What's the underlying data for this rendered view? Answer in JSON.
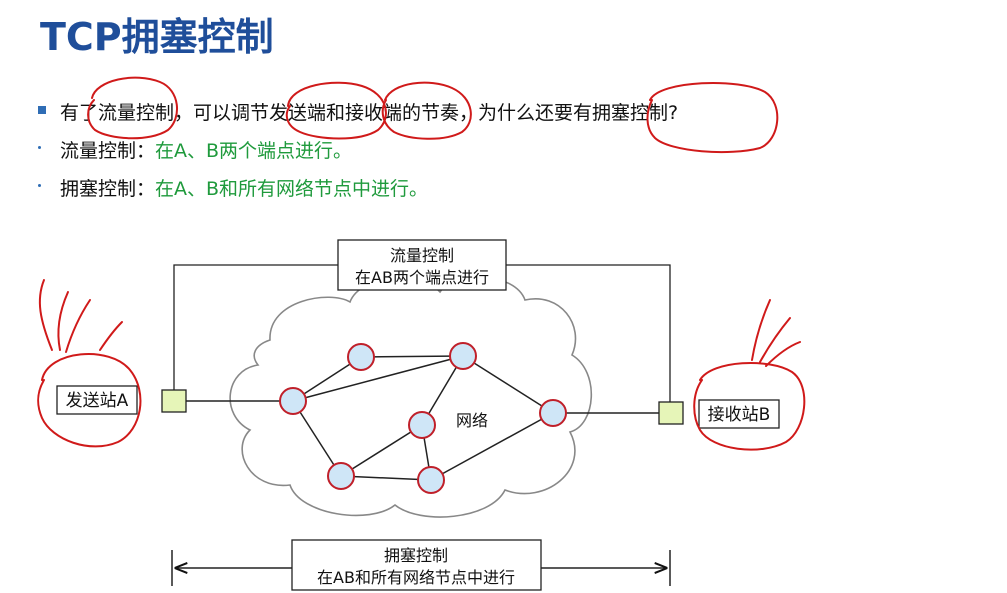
{
  "title": "TCP拥塞控制",
  "bullets": [
    {
      "lead": "有了流量控制，可以调节发送端和接收端的节奏，为什么还要有拥塞控制?",
      "detail": ""
    },
    {
      "lead": "流量控制：",
      "detail": "在A、B两个端点进行。"
    },
    {
      "lead": "拥塞控制：",
      "detail": "在A、B和所有网络节点中进行。"
    }
  ],
  "diagram": {
    "flow_box": {
      "line1": "流量控制",
      "line2": "在AB两个端点进行"
    },
    "congestion_box": {
      "line1": "拥塞控制",
      "line2": "在AB和所有网络节点中进行"
    },
    "sender": "发送站A",
    "receiver": "接收站B",
    "network": "网络"
  },
  "colors": {
    "title": "#1f4e9a",
    "highlight": "#1f9a3c",
    "node_fill": "#cfe6f7",
    "node_stroke": "#c0202a",
    "station_fill": "#e6f5b8",
    "annotation": "#d01a1a"
  }
}
